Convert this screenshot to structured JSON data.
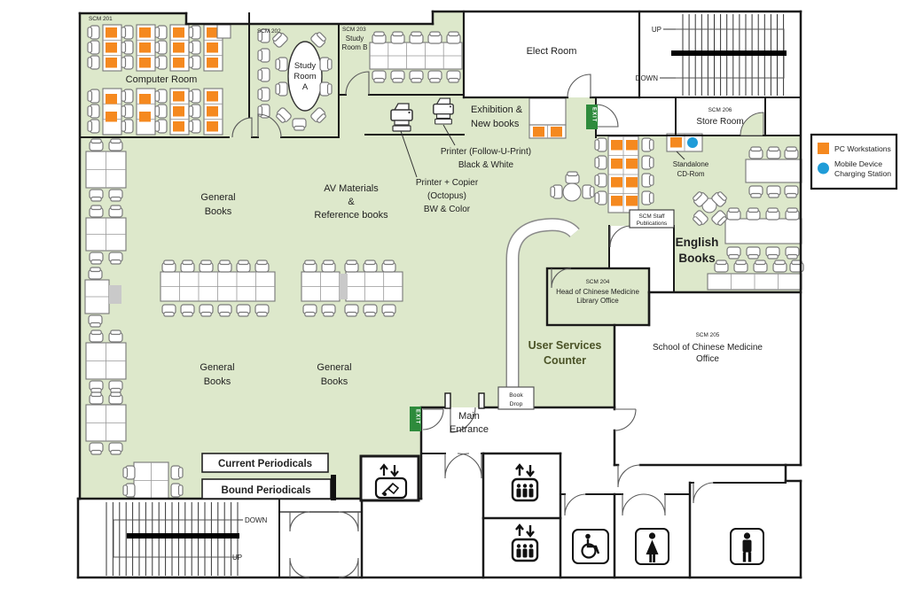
{
  "title": "Library floor plan",
  "labels": {
    "scm201": "SCM 201",
    "computer_room": "Computer Room",
    "scm202": "SCM 202",
    "study_a1": "Study",
    "study_a2": "Room",
    "study_a3": "A",
    "scm203": "SCM 203",
    "study_b1": "Study",
    "study_b2": "Room B",
    "elect": "Elect Room",
    "exhibition1": "Exhibition &",
    "exhibition2": "New books",
    "printer_fu1": "Printer (Follow-U-Print)",
    "printer_fu2": "Black & White",
    "printer_oc1": "Printer + Copier",
    "printer_oc2": "(Octopus)",
    "printer_oc3": "BW & Color",
    "scm206": "SCM 206",
    "store_room": "Store Room",
    "standalone1": "Standalone",
    "standalone2": "CD-Rom",
    "staff1": "SCM Staff",
    "staff2": "Publications",
    "english1": "English",
    "english2": "Books",
    "scm204": "SCM 204",
    "head1": "Head of Chinese Medicine",
    "head2": "Library Office",
    "scm205": "SCM 205",
    "school1": "School of Chinese Medicine",
    "school2": "Office",
    "usc1": "User Services",
    "usc2": "Counter",
    "general1": "General",
    "general2": "Books",
    "av1": "AV Materials",
    "av2": "&",
    "av3": "Reference books",
    "current_periodicals": "Current Periodicals",
    "bound_periodicals": "Bound Periodicals",
    "main1": "Main",
    "main2": "Entrance",
    "book1": "Book",
    "book2": "Drop",
    "up": "UP",
    "down": "DOWN",
    "exit": "EXIT"
  },
  "legend": {
    "pc": "PC Workstations",
    "mobile1": "Mobile Device",
    "mobile2": "Charging Station"
  },
  "colors": {
    "floor": "#dde8cb",
    "pc": "#F5891F",
    "charge": "#1F9CD8",
    "exit": "#2E8B3C"
  }
}
